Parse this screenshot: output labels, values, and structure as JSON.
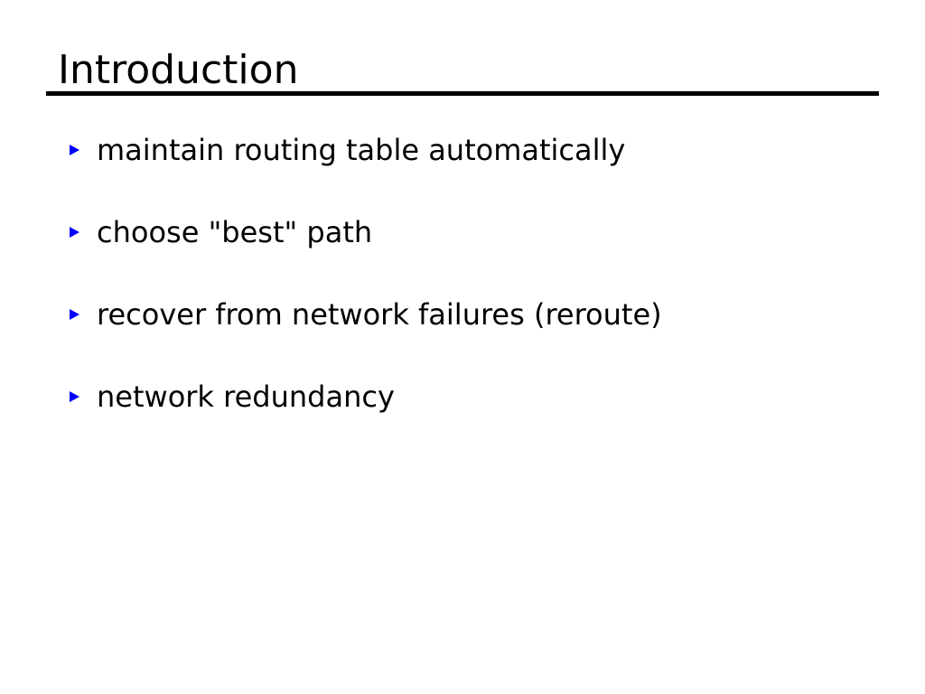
{
  "slide": {
    "title": "Introduction",
    "bullet_marker_icon": "triangle-right-icon",
    "colors": {
      "background": "#ffffff",
      "text": "#000000",
      "bullet_marker": "#0000ff",
      "rule": "#000000"
    },
    "bullets": [
      {
        "text": "maintain routing table automatically"
      },
      {
        "text": "choose \"best\" path"
      },
      {
        "text": "recover from network failures (reroute)"
      },
      {
        "text": "network redundancy"
      }
    ]
  }
}
